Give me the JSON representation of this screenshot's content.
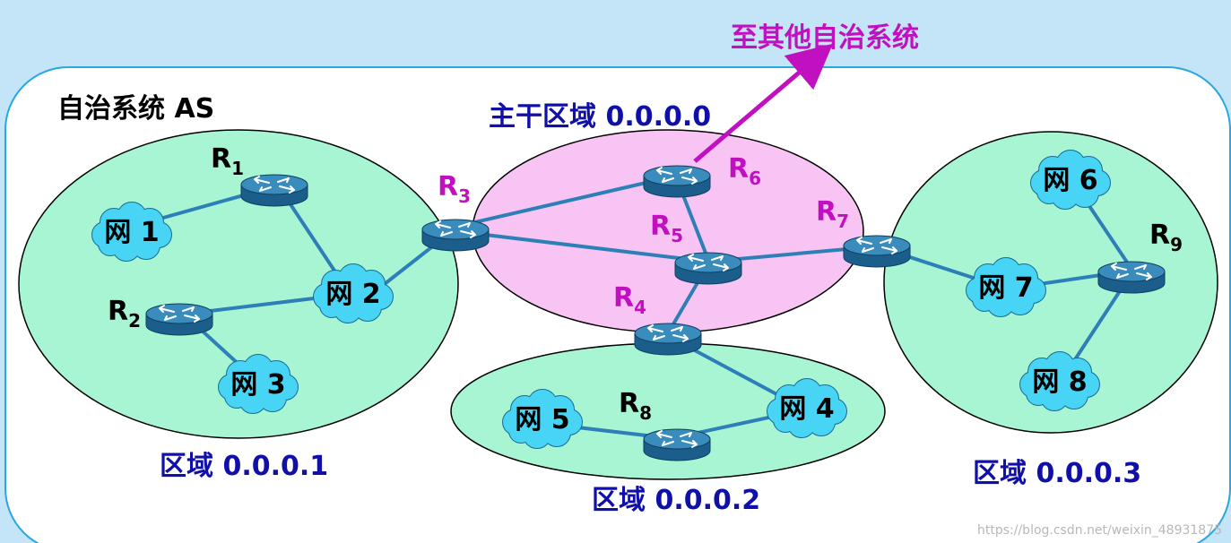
{
  "as_label": "自治系统 AS",
  "other_as_label": "至其他自治系统",
  "watermark": "https://blog.csdn.net/weixin_48931875",
  "areas": {
    "area1": "区域 0.0.0.1",
    "backbone": "主干区域 0.0.0.0",
    "area2": "区域 0.0.0.2",
    "area3": "区域 0.0.0.3"
  },
  "routers": {
    "r1": {
      "main": "R",
      "sub": "1"
    },
    "r2": {
      "main": "R",
      "sub": "2"
    },
    "r3": {
      "main": "R",
      "sub": "3"
    },
    "r4": {
      "main": "R",
      "sub": "4"
    },
    "r5": {
      "main": "R",
      "sub": "5"
    },
    "r6": {
      "main": "R",
      "sub": "6"
    },
    "r7": {
      "main": "R",
      "sub": "7"
    },
    "r8": {
      "main": "R",
      "sub": "8"
    },
    "r9": {
      "main": "R",
      "sub": "9"
    }
  },
  "networks": {
    "n1": "网 1",
    "n2": "网 2",
    "n3": "网 3",
    "n4": "网 4",
    "n5": "网 5",
    "n6": "网 6",
    "n7": "网 7",
    "n8": "网 8"
  },
  "colors": {
    "area_fill": "#a8f5d3",
    "backbone_fill": "#f8c4f3",
    "label_blue": "#1010a8",
    "label_magenta": "#c010c0",
    "link": "#2e7fb8",
    "cloud": "#48d4f4",
    "router_top": "#3a8cbc",
    "router_side": "#1b5e8c"
  }
}
